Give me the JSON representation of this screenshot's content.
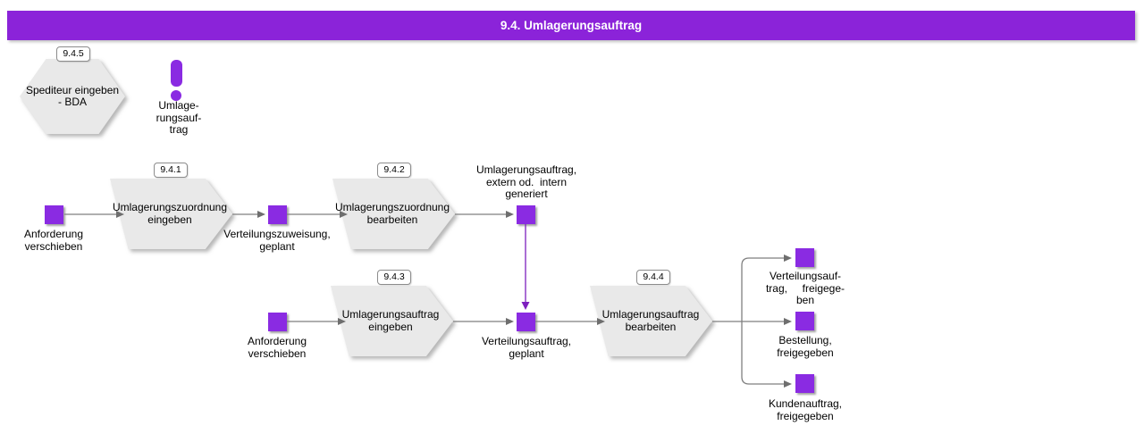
{
  "banner": {
    "title": "9.4. Umlagerungsauftrag"
  },
  "colors": {
    "banner_bg": "#8b23d9",
    "banner_text": "#ffffff",
    "event_square": "#8a2be2",
    "process_shape": "#e9e9e9",
    "connector_gray": "#7f7f7f",
    "connector_arrow": "#6e6e6e",
    "connector_purple": "#7d1fbe"
  },
  "hexagon": {
    "ref": "9.4.5",
    "label": "Spediteur eingeben\n- BDA"
  },
  "note": {
    "icon": "exclamation-icon",
    "label": "Umlage-\nrungsauf-\ntrag"
  },
  "processes": [
    {
      "ref": "9.4.1",
      "label": "Umlagerungszuordnung\neingeben"
    },
    {
      "ref": "9.4.2",
      "label": "Umlagerungszuordnung\nbearbeiten"
    },
    {
      "ref": "9.4.3",
      "label": "Umlagerungsauftrag\neingeben"
    },
    {
      "ref": "9.4.4",
      "label": "Umlagerungsauftrag\nbearbeiten"
    }
  ],
  "events": [
    {
      "label": "Anforderung\nverschieben"
    },
    {
      "label": "Verteilungszuweisung,\ngeplant"
    },
    {
      "label": "Umlagerungsauftrag,\nextern od.  intern\ngeneriert"
    },
    {
      "label": "Anforderung\nverschieben"
    },
    {
      "label": "Verteilungsauftrag,\ngeplant"
    },
    {
      "label": "Verteilungsauf-\ntrag,     freigege-\nben"
    },
    {
      "label": "Bestellung,\nfreigegeben"
    },
    {
      "label": "Kundenauftrag,\nfreigegeben"
    }
  ]
}
